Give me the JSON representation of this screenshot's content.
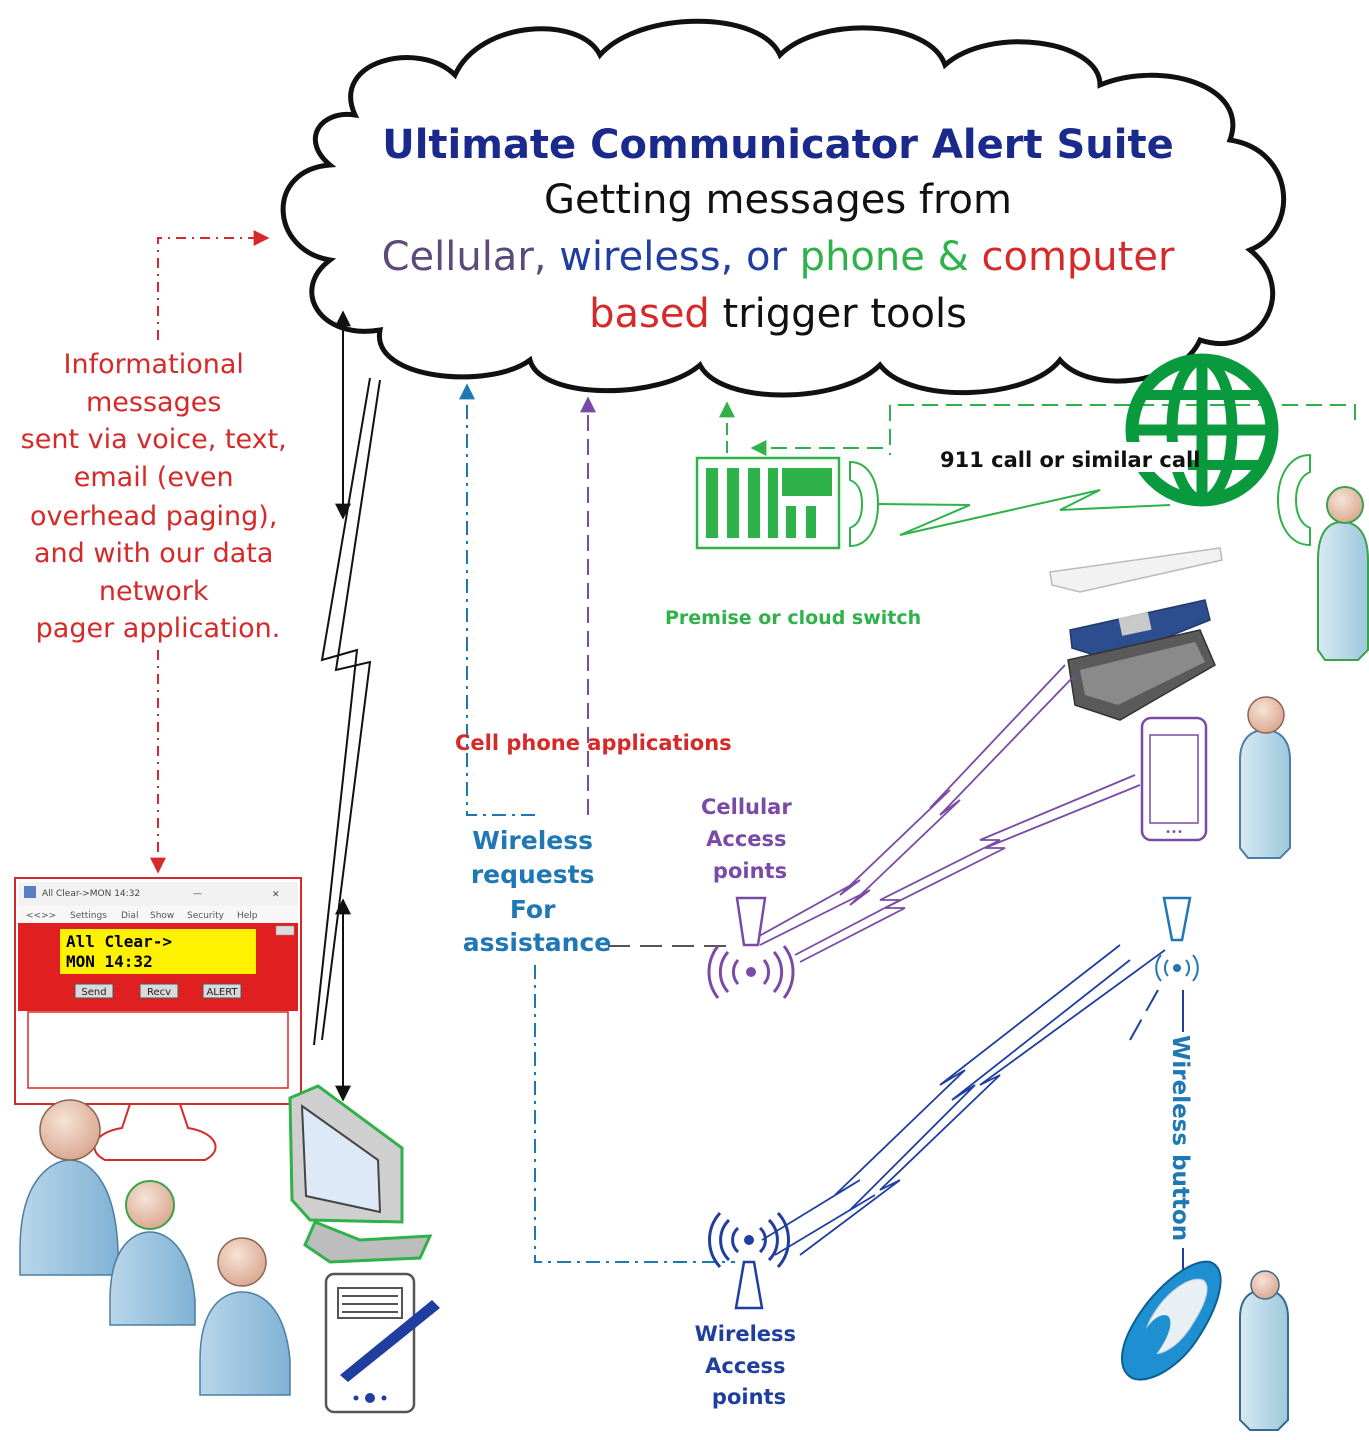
{
  "cloud": {
    "title": "Ultimate Communicator Alert Suite",
    "line2": "Getting messages from",
    "line3": [
      {
        "text": "Cellular",
        "color": "#5b4a7a"
      },
      {
        "text": ", ",
        "color": "#5b4a7a"
      },
      {
        "text": "wireless",
        "color": "#1f3ea0"
      },
      {
        "text": ", or ",
        "color": "#1f3ea0"
      },
      {
        "text": "phone",
        "color": "#2fb24a"
      },
      {
        "text": " & ",
        "color": "#2fb24a"
      },
      {
        "text": "computer",
        "color": "#d62a2a"
      }
    ],
    "line4": [
      {
        "text": "based",
        "color": "#d62a2a"
      },
      {
        "text": " trigger tools",
        "color": "#111111"
      }
    ]
  },
  "labels": {
    "informational": [
      "Informational",
      "messages",
      "sent via voice, text,",
      "email (even",
      "overhead paging),",
      "and with our data",
      "network",
      "pager application."
    ],
    "call_911": "911 call or similar call",
    "premise_switch": "Premise or cloud switch",
    "cell_apps": "Cell phone applications",
    "wireless_requests": [
      "Wireless",
      "requests",
      "For",
      "assistance"
    ],
    "cellular_ap": [
      "Cellular",
      "Access",
      "points"
    ],
    "wireless_ap": [
      "Wireless",
      "Access",
      "points"
    ],
    "wireless_button": "Wireless button"
  },
  "pager_window": {
    "title": "All Clear->MON 14:32",
    "menu": [
      "<<>>",
      "Settings",
      "Dial",
      "Show",
      "Security",
      "Help"
    ],
    "display_line1": "All Clear->",
    "display_line2": "MON 14:32",
    "buttons": [
      "Send",
      "Recv",
      "ALERT"
    ]
  },
  "colors": {
    "red": "#d62a2a",
    "green": "#2fb24a",
    "blue": "#1f78b4",
    "purple": "#7a4ba6",
    "navy": "#1f3ea0",
    "title_navy": "#1a2a8c"
  }
}
